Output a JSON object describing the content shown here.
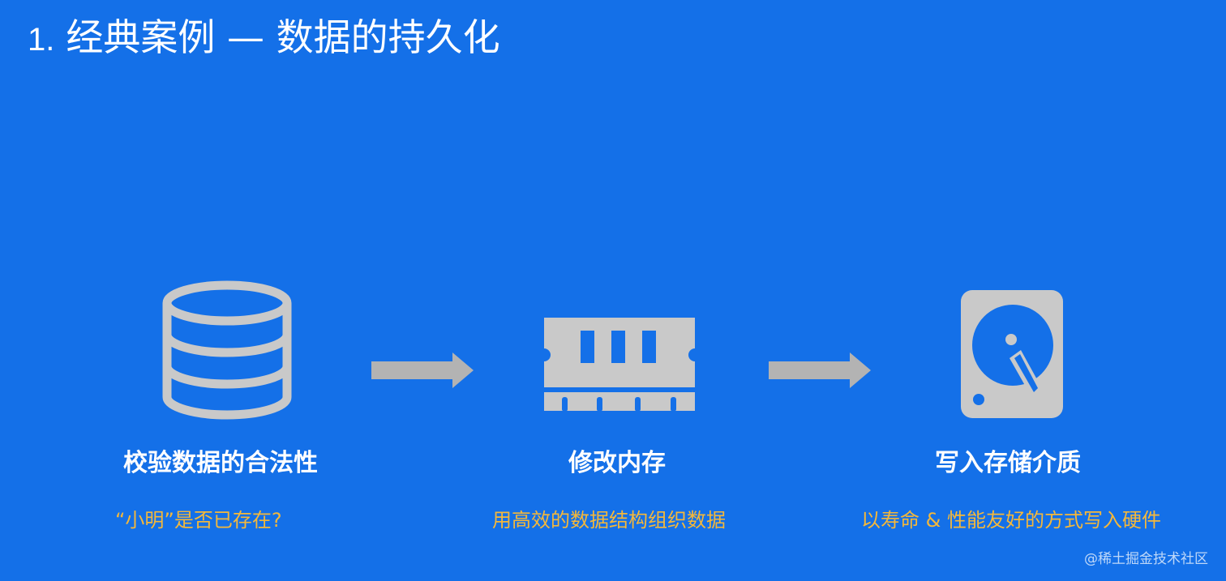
{
  "slide": {
    "number": "1.",
    "title": "经典案例 — 数据的持久化"
  },
  "steps": [
    {
      "icon": "database-icon",
      "title": "校验数据的合法性",
      "description": "“小明”是否已存在?"
    },
    {
      "icon": "memory-chip-icon",
      "title": "修改内存",
      "description": "用高效的数据结构组织数据"
    },
    {
      "icon": "hard-drive-icon",
      "title": "写入存储介质",
      "description": "以寿命 & 性能友好的方式写入硬件"
    }
  ],
  "watermark": "@稀土掘金技术社区",
  "colors": {
    "background": "#1470e8",
    "icon": "#c9c9c9",
    "arrow": "#b3b3b3",
    "title": "#ffffff",
    "description": "#f5b83a"
  }
}
